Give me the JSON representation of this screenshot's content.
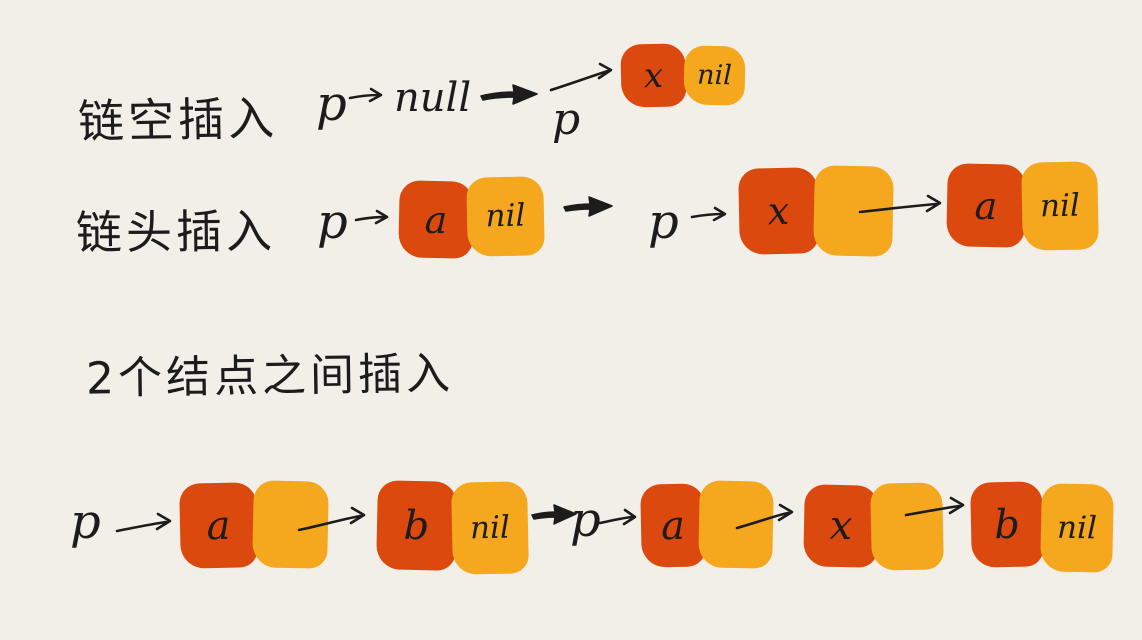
{
  "palette": {
    "background": "#f1efe8",
    "node_red": "#dc490e",
    "node_yellow": "#f5a71d",
    "ink": "#1c1c1c"
  },
  "rows": [
    {
      "label": "链空插入",
      "before": {
        "pointer": "p",
        "value": "null"
      },
      "after": {
        "pointer": "p",
        "nodes": [
          {
            "data": "x",
            "next": "nil"
          }
        ]
      }
    },
    {
      "label": "链头插入",
      "before": {
        "pointer": "p",
        "nodes": [
          {
            "data": "a",
            "next": "nil"
          }
        ]
      },
      "after": {
        "pointer": "p",
        "nodes": [
          {
            "data": "x",
            "next": ""
          },
          {
            "data": "a",
            "next": "nil"
          }
        ]
      }
    },
    {
      "label": "2个结点之间插入",
      "before": {
        "pointer": "p",
        "nodes": [
          {
            "data": "a",
            "next": ""
          },
          {
            "data": "b",
            "next": "nil"
          }
        ]
      },
      "after": {
        "pointer": "p",
        "nodes": [
          {
            "data": "a",
            "next": ""
          },
          {
            "data": "x",
            "next": ""
          },
          {
            "data": "b",
            "next": "nil"
          }
        ]
      }
    }
  ]
}
